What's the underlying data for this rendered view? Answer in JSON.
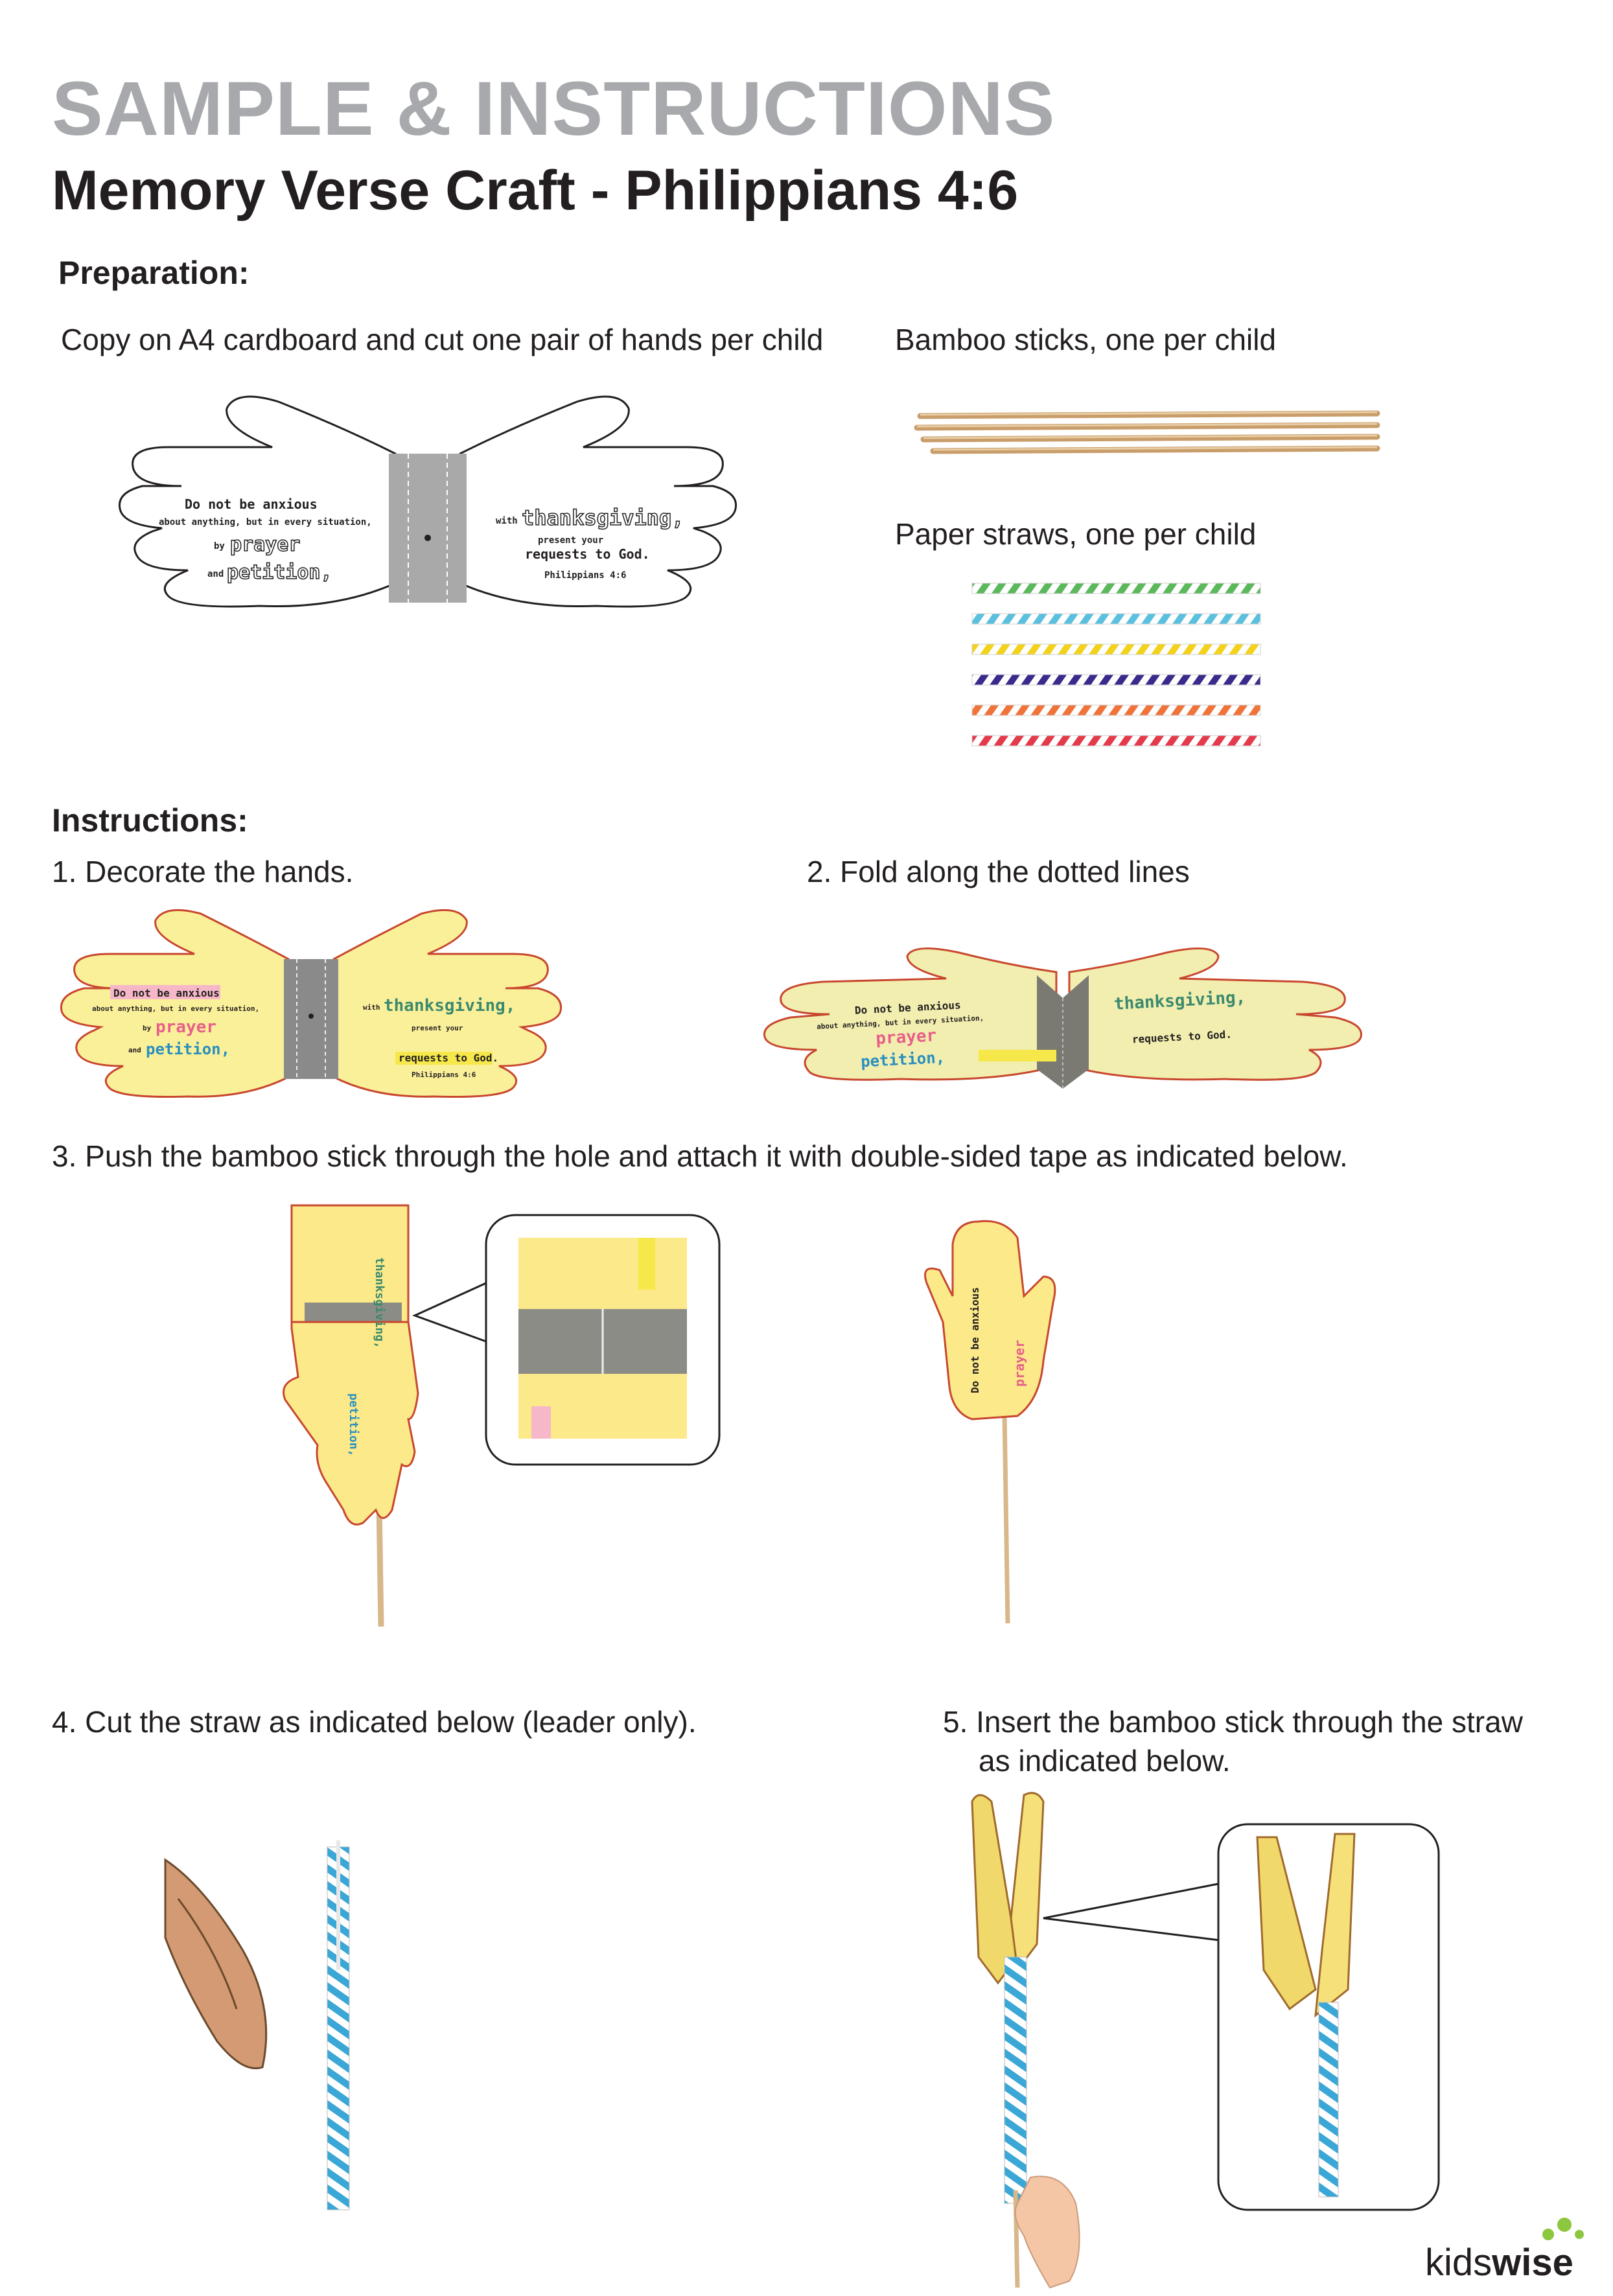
{
  "header": {
    "kicker": "SAMPLE & INSTRUCTIONS",
    "title": "Memory Verse Craft - Philippians 4:6"
  },
  "preparation": {
    "heading": "Preparation:",
    "cardboard_text": "Copy on A4 cardboard and cut one pair of hands per child",
    "bamboo_text": "Bamboo sticks, one per child",
    "straws_text": "Paper straws, one per child"
  },
  "verse": {
    "l1": "Do not be anxious",
    "l2": "about anything, but in every situation,",
    "l3_by": "by",
    "l3_word": "prayer",
    "l4_and": "and",
    "l4_word": "petition,",
    "r1_with": "with",
    "r1_word": "thanksgiving,",
    "r2": "present your",
    "r3": "requests to God.",
    "r4": "Philippians 4:6"
  },
  "instructions": {
    "heading": "Instructions:",
    "step1": "1. Decorate the hands.",
    "step2": "2. Fold along the dotted lines",
    "step3": "3. Push the bamboo stick through the hole and attach it with double-sided tape as indicated below.",
    "step4": "4. Cut the straw as indicated below (leader only).",
    "step5_line1": "5. Insert the bamboo stick through the straw",
    "step5_line2": "as indicated below."
  },
  "brand": {
    "name_light": "kids",
    "name_bold": "wise"
  },
  "colors": {
    "straws": [
      [
        "#5cb85c",
        "#ffffff"
      ],
      [
        "#5bc0de",
        "#ffffff"
      ],
      [
        "#f2d21b",
        "#ffffff"
      ],
      [
        "#3b2a8c",
        "#ffffff"
      ],
      [
        "#f0743a",
        "#ffffff"
      ],
      [
        "#e33b4b",
        "#ffffff"
      ]
    ],
    "card_yellow": "#fbf09a",
    "accent_pink": "#e85f8a",
    "accent_blue": "#2a8fbf",
    "accent_green": "#3c8a6e",
    "logo_green": "#8dc63f"
  }
}
